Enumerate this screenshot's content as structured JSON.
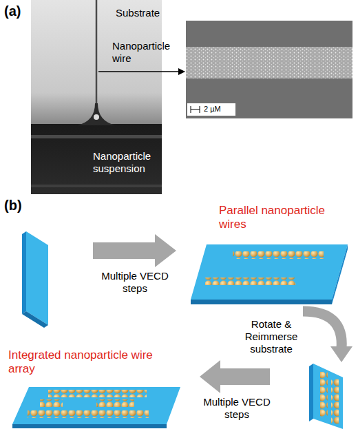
{
  "diagram": {
    "labels": [
      "(a)",
      "Substrate",
      "Nanoparticle wire",
      "Nanoparticle suspension",
      "2 µM",
      "(b)",
      "Multiple VECD steps",
      "Parallel nanoparticle wires",
      "Rotate & Reimmerse substrate",
      "Multiple VECD steps",
      "Integrated nanoparticle wire array"
    ]
  }
}
